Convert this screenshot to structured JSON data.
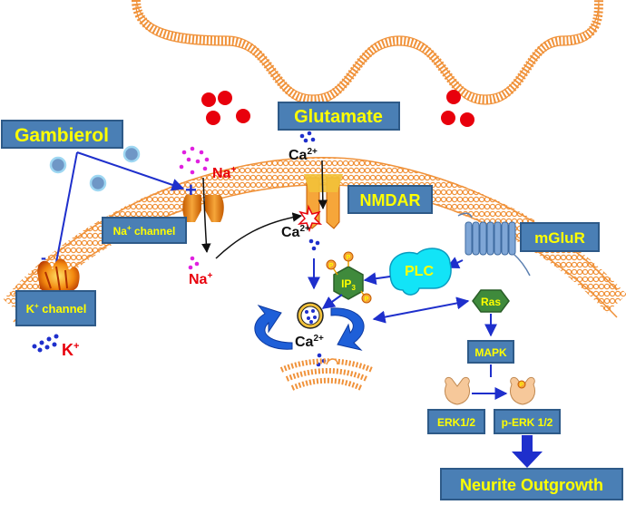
{
  "labels": {
    "gambierol": "Gambierol",
    "glutamate": "Glutamate",
    "nmdar": "NMDAR",
    "mglur": "mGluR",
    "na_channel": "Na",
    "na_channel_sup": "+",
    "na_channel_rest": " channel",
    "k_channel": "K",
    "k_channel_sup": "+",
    "k_channel_rest": " channel",
    "plc": "PLC",
    "ip3": "IP",
    "ip3_sub": "3",
    "ras": "Ras",
    "mapk": "MAPK",
    "erk": "ERK1/2",
    "perk": "p-ERK 1/2",
    "neurite": "Neurite Outgrowth",
    "p_letter": "P"
  },
  "ions": {
    "ca": "Ca",
    "ca_charge": "2+",
    "na": "Na",
    "na_charge": "+",
    "k": "K",
    "k_charge": "+"
  },
  "signs": {
    "plus": "+",
    "minus": "-"
  },
  "colors": {
    "membrane": "#F0923A",
    "label_box": "#4A7FB5",
    "label_border": "#2E5A88",
    "label_text": "#FFFF00",
    "arrow": "#1E2FCC",
    "red_vesicle": "#E8000C",
    "na_text": "#E8000C",
    "na_dots": "#E020E0",
    "ca_dots": "#1E2FCC",
    "channel_orange": "#F08A1C",
    "gambierol_circle": "#6F97C6",
    "plc": "#12E4F7",
    "ip3": "#3F8A3C",
    "ras": "#3F8A3C",
    "mglur": "#7FA6D6"
  }
}
